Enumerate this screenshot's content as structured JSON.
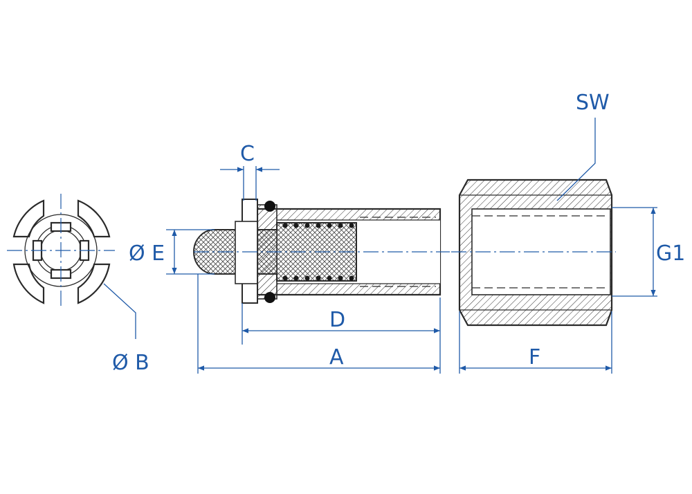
{
  "labels": {
    "c": "C",
    "sw": "SW",
    "e": "Ø E",
    "g1": "G1",
    "d": "D",
    "a": "A",
    "f": "F",
    "b": "Ø B"
  },
  "colors": {
    "dimension": "#1f5aa8",
    "outline": "#2a2a2a"
  }
}
